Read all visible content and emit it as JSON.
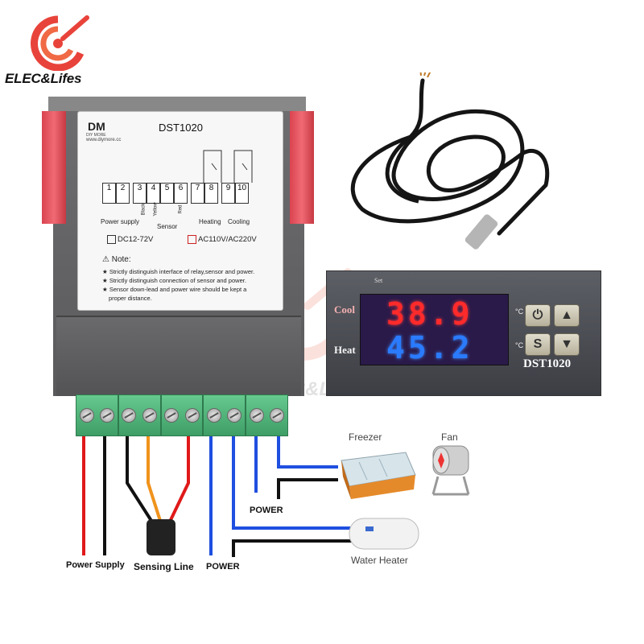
{
  "logo": {
    "text": "ELEC&Lifes"
  },
  "watermark": {
    "text": "ELEC&Lifes"
  },
  "label_card": {
    "brand": "DM",
    "brand_sub": "DIY MORE",
    "website": "www.diymore.cc",
    "model": "DST1020",
    "terminals": [
      "1",
      "2",
      "3",
      "4",
      "5",
      "6",
      "7",
      "8",
      "9",
      "10"
    ],
    "sensor_wires": [
      "Black",
      "Yellow",
      "Red"
    ],
    "power_supply": "Power supply",
    "sensor": "Sensor",
    "heating": "Heating",
    "cooling": "Cooling",
    "voltage_dc": "DC12-72V",
    "voltage_ac": "AC110V/AC220V",
    "note_title": "Note:",
    "notes": [
      "Strictly distinguish interface of relay,sensor and power.",
      "Strictly distinguish connection of sensor and power.",
      "Sensor down-lead and power wire should be kept a",
      "proper distance."
    ]
  },
  "front_panel": {
    "set_label": "Set",
    "cool_label": "Cool",
    "heat_label": "Heat",
    "cool_value": "38.9",
    "heat_value": "45.2",
    "unit": "°C",
    "btn_power": "⏻",
    "btn_up": "▲",
    "btn_set": "S",
    "btn_down": "▼",
    "model": "DST1020"
  },
  "wiring": {
    "power_supply": "Power Supply",
    "sensing_line": "Sensing Line",
    "power_1": "POWER",
    "power_2": "POWER",
    "freezer": "Freezer",
    "fan": "Fan",
    "water_heater": "Water Heater"
  },
  "colors": {
    "red_wire": "#e01919",
    "black_wire": "#111111",
    "orange_wire": "#f0931c",
    "blue_wire": "#1f4fe0",
    "terminal_green": "#4fb37a"
  },
  "icons": [
    "logo-icon",
    "sensor-probe-icon",
    "freezer-icon",
    "fan-icon",
    "water-heater-icon"
  ]
}
